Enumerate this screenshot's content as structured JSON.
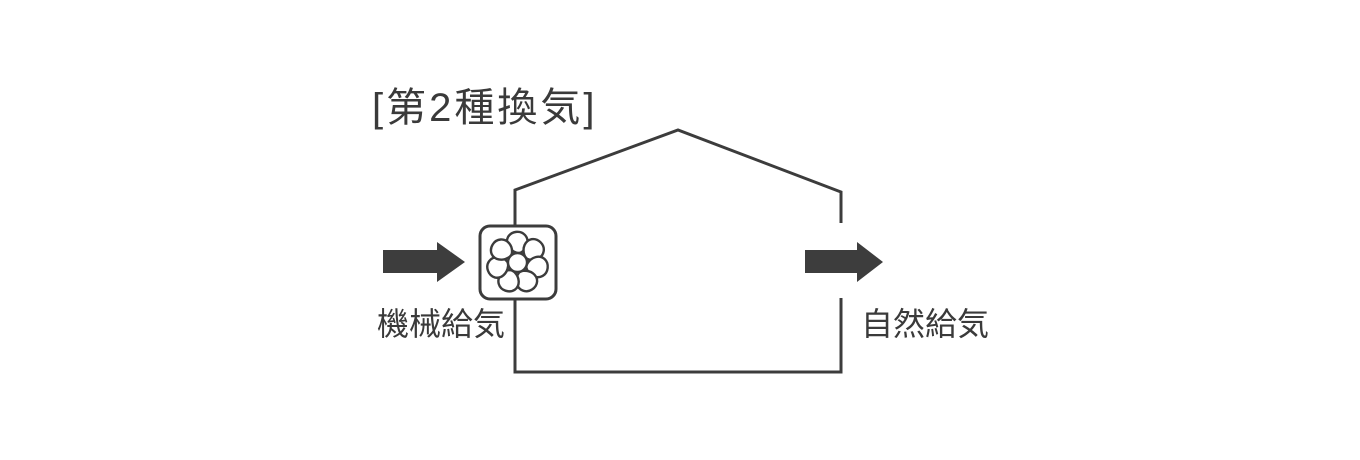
{
  "diagram": {
    "title": "[第2種換気]",
    "house": {
      "left_label": "機械給気",
      "right_label": "自然給気"
    },
    "icons": {
      "fan": "fan-in-rounded-square",
      "inflow_arrow": "solid-right-arrow",
      "outflow_arrow": "solid-right-arrow"
    },
    "colors": {
      "line": "#3c3c3c",
      "arrow": "#3d3d3d",
      "text": "#3a3a3a",
      "background": "#ffffff"
    }
  }
}
